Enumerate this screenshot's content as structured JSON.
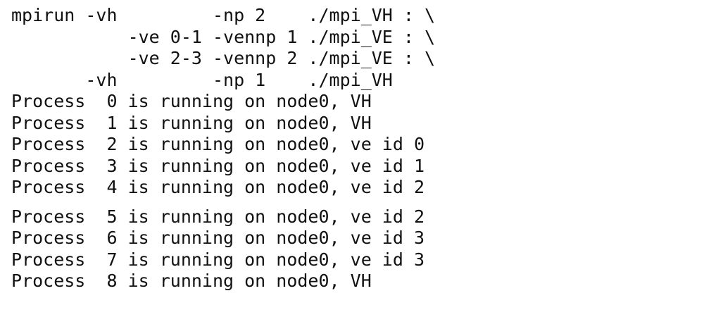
{
  "terminal": {
    "command_lines": [
      "mpirun -vh         -np 2    ./mpi_VH : \\",
      "           -ve 0-1 -vennp 1 ./mpi_VE : \\",
      "           -ve 2-3 -vennp 2 ./mpi_VE : \\",
      "       -vh         -np 1    ./mpi_VH"
    ],
    "output_lines_a": [
      "Process  0 is running on node0, VH",
      "Process  1 is running on node0, VH",
      "Process  2 is running on node0, ve id 0",
      "Process  3 is running on node0, ve id 1",
      "Process  4 is running on node0, ve id 2"
    ],
    "output_lines_b": [
      "Process  5 is running on node0, ve id 2",
      "Process  6 is running on node0, ve id 3",
      "Process  7 is running on node0, ve id 3",
      "Process  8 is running on node0, VH"
    ]
  }
}
